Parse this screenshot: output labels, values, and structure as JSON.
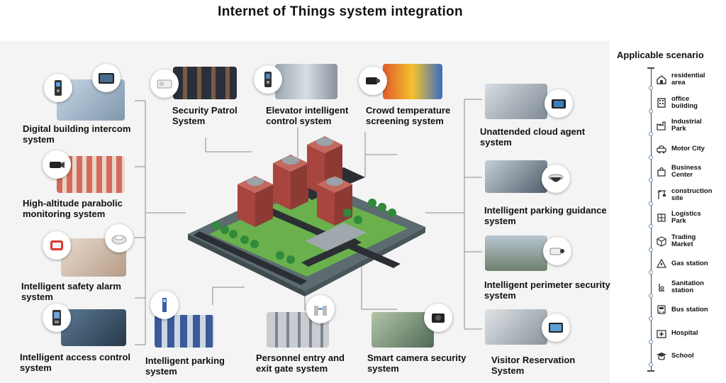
{
  "title": "Internet of Things system integration",
  "systems": {
    "intercom": "Digital building intercom system",
    "parabolic": "High-altitude parabolic monitoring system",
    "safety_alarm": "Intelligent safety alarm system",
    "access_control": "Intelligent access control system",
    "parking": "Intelligent parking system",
    "gate": "Personnel entry and exit gate system",
    "smart_camera": "Smart camera security system",
    "visitor": "Visitor Reservation System",
    "perimeter": "Intelligent perimeter security system",
    "parking_guidance": "Intelligent parking guidance system",
    "cloud_agent": "Unattended cloud agent system",
    "crowd_temp": "Crowd temperature screening system",
    "elevator": "Elevator intelligent control system",
    "patrol": "Security Patrol System"
  },
  "scenarios": {
    "title": "Applicable scenario",
    "items": [
      {
        "label": "residential area",
        "icon": "house-icon"
      },
      {
        "label": "office building",
        "icon": "office-icon"
      },
      {
        "label": "Industrial Park",
        "icon": "factory-icon"
      },
      {
        "label": "Motor City",
        "icon": "car-icon"
      },
      {
        "label": "Business Center",
        "icon": "shopping-bag-icon"
      },
      {
        "label": "construction site",
        "icon": "crane-icon"
      },
      {
        "label": "Logistics Park",
        "icon": "logistics-icon"
      },
      {
        "label": "Trading Market",
        "icon": "box-icon"
      },
      {
        "label": "Gas station",
        "icon": "fuel-icon"
      },
      {
        "label": "Sanitation station",
        "icon": "sanitation-icon"
      },
      {
        "label": "Bus station",
        "icon": "bus-icon"
      },
      {
        "label": "Hospital",
        "icon": "hospital-icon"
      },
      {
        "label": "School",
        "icon": "school-icon"
      }
    ]
  }
}
